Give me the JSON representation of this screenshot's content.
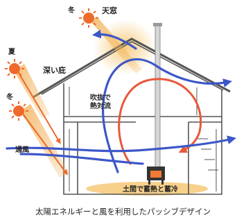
{
  "labels": {
    "winter_top": "冬",
    "skylight": "天窓",
    "summer": "夏",
    "deep_eaves": "深い庇",
    "winter_left": "冬",
    "convection_line1": "吹抜で",
    "convection_line2": "熱対流",
    "ventilation": "通風",
    "heat_storage": "土間で蓄熱と蓄冷"
  },
  "caption": "太陽エネルギーと風を利用したパッシブデザイン",
  "colors": {
    "sun_orange": "#ee6a2c",
    "glow_yellow": "#f6c978",
    "cool_blue": "#3d57c8",
    "warm_red": "#e8573a",
    "structure": "#555555"
  },
  "icons": [
    "sun-icon",
    "wood-stove-icon",
    "chimney-icon"
  ]
}
